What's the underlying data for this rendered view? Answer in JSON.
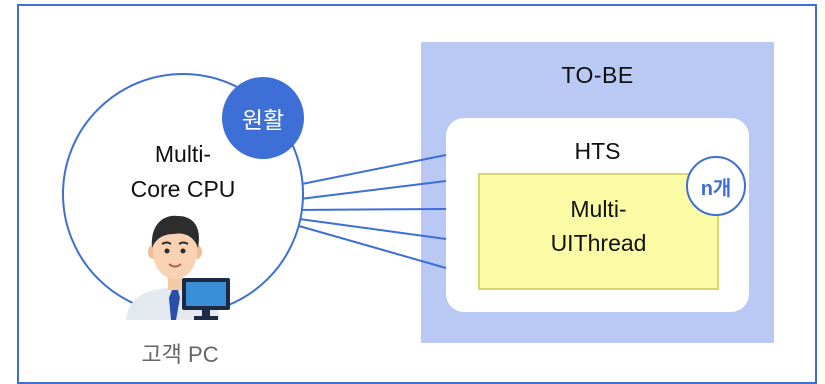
{
  "tobe": {
    "title": "TO-BE"
  },
  "hts": {
    "title": "HTS",
    "count_badge": "n개"
  },
  "thread": {
    "line1": "Multi-",
    "line2": "UIThread"
  },
  "cpu": {
    "line1": "Multi-",
    "line2": "Core CPU",
    "badge": "원활"
  },
  "client": {
    "label": "고객 PC",
    "icon": "customer-with-monitor-icon"
  },
  "colors": {
    "accent": "#3d6fd6",
    "tobe_bg": "#b9c9f4",
    "thread_bg": "#fbfba6"
  }
}
